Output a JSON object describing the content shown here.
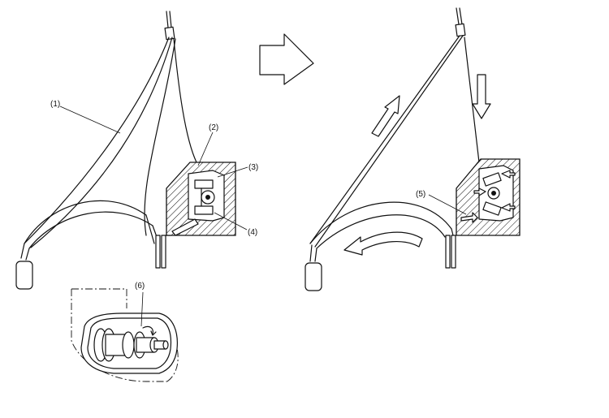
{
  "callouts": {
    "c1": "(1)",
    "c2": "(2)",
    "c3": "(3)",
    "c4": "(4)",
    "c5": "(5)",
    "c6": "(6)"
  },
  "icons": {
    "transition_arrow": "right-arrow-icon",
    "up_arrow": "up-arrow-icon",
    "down_arrow": "down-arrow-icon",
    "curved_arrow": "curved-left-arrow-icon"
  }
}
